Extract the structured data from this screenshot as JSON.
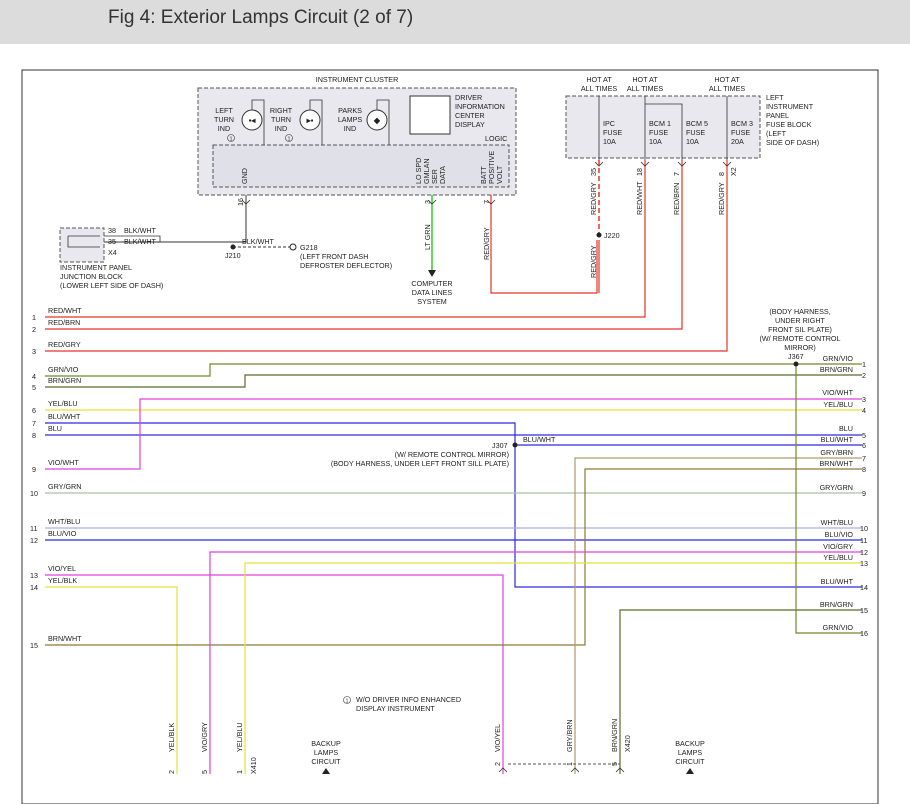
{
  "header": {
    "title": "Fig 4: Exterior Lamps Circuit (2 of 7)"
  },
  "instrument_cluster": {
    "title": "INSTRUMENT CLUSTER",
    "left_turn": [
      "LEFT",
      "TURN",
      "IND"
    ],
    "right_turn": [
      "RIGHT",
      "TURN",
      "IND"
    ],
    "parks": [
      "PARKS",
      "LAMPS",
      "IND"
    ],
    "dic": [
      "DRIVER",
      "INFORMATION",
      "CENTER",
      "DISPLAY"
    ],
    "logic": "LOGIC",
    "gnd": "GND",
    "data": [
      "LO SPD",
      "GMLAN",
      "SER",
      "DATA"
    ],
    "batt": [
      "BATT",
      "POSITIVE",
      "VOLT"
    ],
    "note_num": "1"
  },
  "fuse_block": {
    "hot1": [
      "HOT AT",
      "ALL TIMES"
    ],
    "hot2": [
      "HOT AT",
      "ALL TIMES"
    ],
    "hot3": [
      "HOT AT",
      "ALL TIMES"
    ],
    "label": [
      "LEFT",
      "INSTRUMENT",
      "PANEL",
      "FUSE BLOCK",
      "(LEFT",
      "SIDE OF DASH)"
    ],
    "fuses": [
      {
        "name": [
          "IPC",
          "FUSE",
          "10A"
        ]
      },
      {
        "name": [
          "BCM 1",
          "FUSE",
          "10A"
        ]
      },
      {
        "name": [
          "BCM 5",
          "FUSE",
          "10A"
        ]
      },
      {
        "name": [
          "BCM 3",
          "FUSE",
          "20A"
        ]
      }
    ],
    "pins": [
      "35",
      "18",
      "7",
      "8"
    ],
    "connector": "X2",
    "wires": [
      "RED/GRY",
      "RED/WHT",
      "RED/BRN",
      "RED/GRY"
    ]
  },
  "junction": {
    "pins": [
      "38",
      "35"
    ],
    "wires": [
      "BLK/WHT",
      "BLK/WHT"
    ],
    "connector": "X4",
    "label": [
      "INSTRUMENT PANEL",
      "JUNCTION BLOCK",
      "(LOWER LEFT SIDE OF DASH)"
    ],
    "splice": "J210",
    "splice_wire": "BLK/WHT",
    "ground": "G218",
    "ground_label": [
      "(LEFT FRONT DASH",
      "DEFROSTER DEFLECTOR)"
    ]
  },
  "cluster_pins": {
    "gnd": "16",
    "data": "3",
    "batt": "7"
  },
  "cluster_wires": {
    "data": "LT GRN",
    "batt": "RED/GRY"
  },
  "computer": [
    "COMPUTER",
    "DATA LINES",
    "SYSTEM"
  ],
  "j220": {
    "name": "J220",
    "wire": "RED/GRY"
  },
  "left_wires": [
    {
      "num": "1",
      "label": "RED/WHT"
    },
    {
      "num": "2",
      "label": "RED/BRN"
    },
    {
      "num": "3",
      "label": "RED/GRY"
    },
    {
      "num": "4",
      "label": "GRN/VIO"
    },
    {
      "num": "5",
      "label": "BRN/GRN"
    },
    {
      "num": "6",
      "label": "YEL/BLU"
    },
    {
      "num": "7",
      "label": "BLU/WHT"
    },
    {
      "num": "8",
      "label": "BLU"
    },
    {
      "num": "9",
      "label": "VIO/WHT"
    },
    {
      "num": "10",
      "label": "GRY/GRN"
    },
    {
      "num": "11",
      "label": "WHT/BLU"
    },
    {
      "num": "12",
      "label": "BLU/VIO"
    },
    {
      "num": "13",
      "label": "VIO/YEL"
    },
    {
      "num": "14",
      "label": "YEL/BLK"
    },
    {
      "num": "15",
      "label": "BRN/WHT"
    }
  ],
  "right_wires": [
    {
      "num": "1",
      "label": "GRN/VIO"
    },
    {
      "num": "2",
      "label": "BRN/GRN"
    },
    {
      "num": "3",
      "label": "VIO/WHT"
    },
    {
      "num": "4",
      "label": "YEL/BLU"
    },
    {
      "num": "5",
      "label": "BLU"
    },
    {
      "num": "6",
      "label": "BLU/WHT"
    },
    {
      "num": "7",
      "label": "GRY/BRN"
    },
    {
      "num": "8",
      "label": "BRN/WHT"
    },
    {
      "num": "9",
      "label": "GRY/GRN"
    },
    {
      "num": "10",
      "label": "WHT/BLU"
    },
    {
      "num": "11",
      "label": "BLU/VIO"
    },
    {
      "num": "12",
      "label": "VIO/GRY"
    },
    {
      "num": "13",
      "label": "YEL/BLU"
    },
    {
      "num": "14",
      "label": "BLU/WHT"
    },
    {
      "num": "15",
      "label": "BRN/GRN"
    },
    {
      "num": "16",
      "label": "GRN/VIO"
    }
  ],
  "j367": {
    "name": "J367",
    "note": [
      "(BODY HARNESS,",
      "UNDER RIGHT",
      "FRONT SIL PLATE)",
      "(W/ REMOTE CONTROL",
      "MIRROR)"
    ]
  },
  "j307": {
    "name": "J307",
    "wire": "BLU/WHT",
    "note": [
      "(W/ REMOTE CONTROL MIRROR)",
      "(BODY HARNESS, UNDER LEFT FRONT SILL PLATE)"
    ]
  },
  "footnote": {
    "num": "1",
    "lines": [
      "W/O DRIVER INFO ENHANCED",
      "DISPLAY INSTRUMENT"
    ]
  },
  "bottom_wires": {
    "yel_blk": "YEL/BLK",
    "vio_gry": "VIO/GRY",
    "yel_blu": "YEL/BLU",
    "vio_yel": "VIO/YEL",
    "gry_brn": "GRY/BRN",
    "brn_grn": "BRN/GRN"
  },
  "bottom_pins": {
    "a": "2",
    "b": "5",
    "c": "1",
    "d": "2",
    "e": "1",
    "f": "5"
  },
  "bottom_connectors": {
    "x410": "X410",
    "x420": "X420"
  },
  "backup": {
    "left": [
      "BACKUP",
      "LAMPS",
      "CIRCUIT"
    ],
    "right": [
      "BACKUP",
      "LAMPS",
      "CIRCUIT"
    ]
  },
  "colors": {
    "red": "#e8332a",
    "green": "#2ecc2e",
    "olive": "#6e8b2a",
    "magenta": "#e040e0",
    "yellow": "#e6e03a",
    "blue": "#2a2ae0",
    "gray_green": "#a8c4a0",
    "light_blue": "#a8b4d8",
    "tan": "#b09a6a",
    "brown": "#8a7a3a",
    "dark_olive": "#5a6a2a"
  }
}
